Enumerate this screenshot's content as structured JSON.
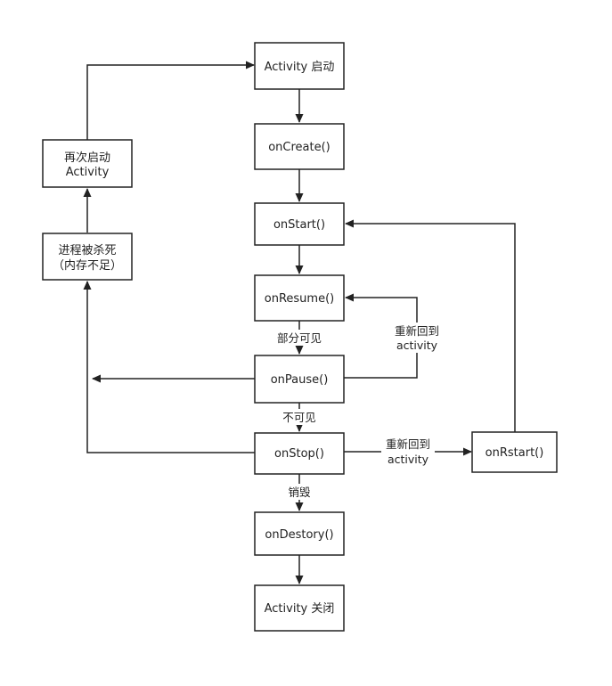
{
  "nodes": {
    "activity_start": {
      "lines": [
        "Activity 启动"
      ]
    },
    "on_create": {
      "lines": [
        "onCreate()"
      ]
    },
    "on_start": {
      "lines": [
        "onStart()"
      ]
    },
    "on_resume": {
      "lines": [
        "onResume()"
      ]
    },
    "on_pause": {
      "lines": [
        "onPause()"
      ]
    },
    "on_stop": {
      "lines": [
        "onStop()"
      ]
    },
    "on_destory": {
      "lines": [
        "onDestory()"
      ]
    },
    "activity_close": {
      "lines": [
        "Activity 关闭"
      ]
    },
    "on_rstart": {
      "lines": [
        "onRstart()"
      ]
    },
    "restart_activity": {
      "lines": [
        "再次启动",
        "Activity"
      ]
    },
    "process_killed": {
      "lines": [
        "进程被杀死",
        "（内存不足）"
      ]
    }
  },
  "edge_labels": {
    "partially_visible": [
      "部分可见"
    ],
    "invisible": [
      "不可见"
    ],
    "destroy": [
      "销毁"
    ],
    "return_to_activity_resume": [
      "重新回到",
      "activity"
    ],
    "return_to_activity_restart": [
      "重新回到",
      "activity"
    ]
  },
  "colors": {
    "stroke": "#222222",
    "fill": "#ffffff",
    "text": "#222222"
  }
}
